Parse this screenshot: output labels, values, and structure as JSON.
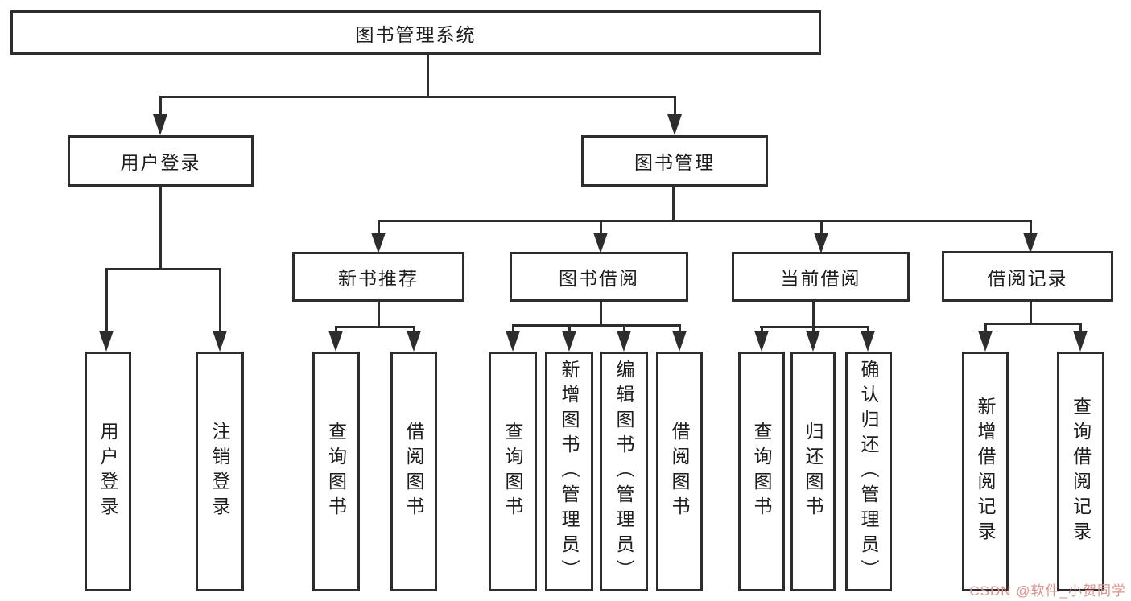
{
  "diagram": {
    "type": "hierarchy-flowchart",
    "line_color": "#2d2d2d",
    "box_border_color": "#2d2d2d",
    "background_color": "#ffffff",
    "text_color": "#1d1d1d",
    "watermark_color": "#d6958d"
  },
  "watermark": "CSDN @软件_小贺同学",
  "tree": {
    "label": "图书管理系统",
    "children": [
      {
        "label": "用户登录",
        "children": [
          {
            "label": "用户登录"
          },
          {
            "label": "注销登录"
          }
        ]
      },
      {
        "label": "图书管理",
        "children": [
          {
            "label": "新书推荐",
            "children": [
              {
                "label": "查询图书"
              },
              {
                "label": "借阅图书"
              }
            ]
          },
          {
            "label": "图书借阅",
            "children": [
              {
                "label": "查询图书"
              },
              {
                "label": "新增图书（管理员）"
              },
              {
                "label": "编辑图书（管理员）"
              },
              {
                "label": "借阅图书"
              }
            ]
          },
          {
            "label": "当前借阅",
            "children": [
              {
                "label": "查询图书"
              },
              {
                "label": "归还图书"
              },
              {
                "label": "确认归还（管理员）"
              }
            ]
          },
          {
            "label": "借阅记录",
            "children": [
              {
                "label": "新增借阅记录"
              },
              {
                "label": "查询借阅记录"
              }
            ]
          }
        ]
      }
    ]
  }
}
